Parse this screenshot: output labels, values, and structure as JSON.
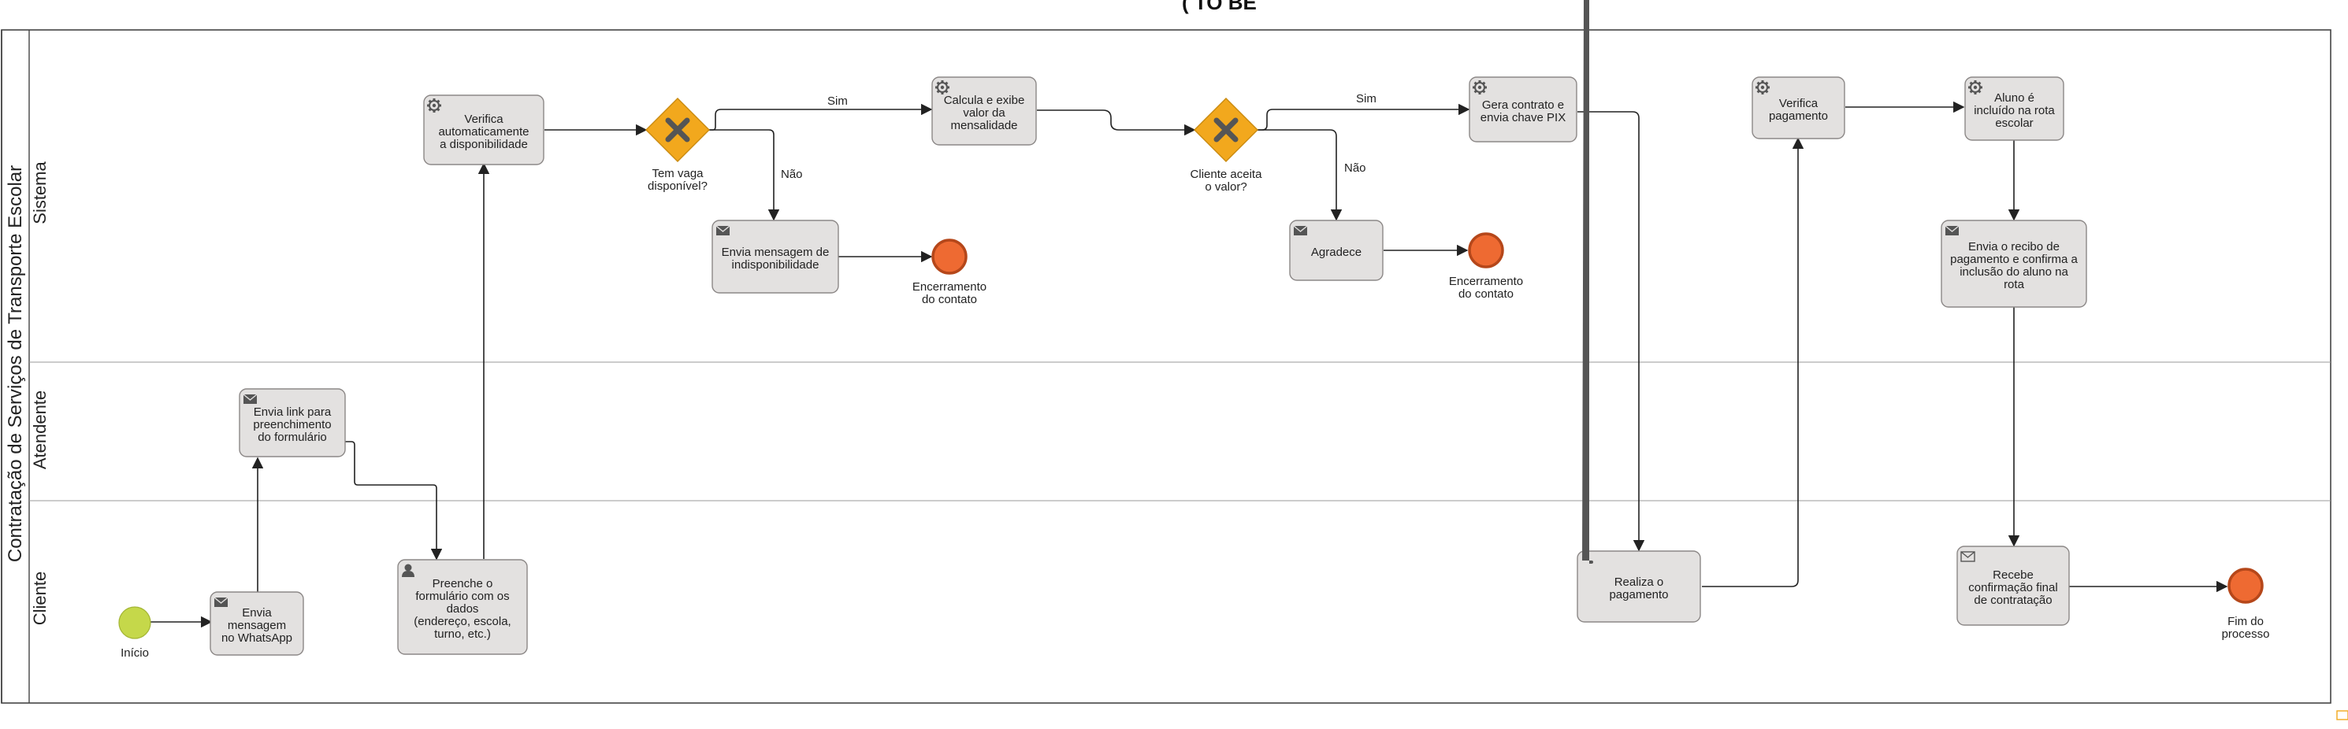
{
  "title": "( TO BE",
  "pool": {
    "name": "Contratação de Serviços de Transporte Escolar"
  },
  "lanes": [
    {
      "id": "sistema",
      "name": "Sistema"
    },
    {
      "id": "atendente",
      "name": "Atendente"
    },
    {
      "id": "cliente",
      "name": "Cliente"
    }
  ],
  "tasks": [
    {
      "id": "envia-mensagem-whatsapp",
      "type": "send",
      "lines": [
        "Envia",
        "mensagem",
        "no WhatsApp"
      ]
    },
    {
      "id": "envia-link-formulario",
      "type": "send",
      "lines": [
        "Envia link para",
        "preenchimento",
        "do formulário"
      ]
    },
    {
      "id": "preenche-formulario",
      "type": "user",
      "lines": [
        "Preenche o",
        "formulário com os",
        "dados",
        "(endereço, escola,",
        "turno, etc.)"
      ]
    },
    {
      "id": "verifica-disponibilidade",
      "type": "service",
      "lines": [
        "Verifica",
        "automaticamente",
        "a disponibilidade"
      ]
    },
    {
      "id": "envia-indisponibilidade",
      "type": "send",
      "lines": [
        "Envia mensagem de",
        "indisponibilidade"
      ]
    },
    {
      "id": "calcula-mensalidade",
      "type": "service",
      "lines": [
        "Calcula e exibe",
        "valor da",
        "mensalidade"
      ]
    },
    {
      "id": "agradece",
      "type": "send",
      "lines": [
        "Agradece"
      ]
    },
    {
      "id": "gera-contrato",
      "type": "service",
      "lines": [
        "Gera contrato e",
        "envia chave PIX"
      ]
    },
    {
      "id": "realiza-pagamento",
      "type": "manual",
      "lines": [
        "Realiza o",
        "pagamento"
      ]
    },
    {
      "id": "verifica-pagamento",
      "type": "service",
      "lines": [
        "Verifica",
        "pagamento"
      ]
    },
    {
      "id": "aluno-incluido",
      "type": "service",
      "lines": [
        "Aluno é",
        "incluído na rota",
        "escolar"
      ]
    },
    {
      "id": "envia-recibo",
      "type": "send",
      "lines": [
        "Envia o recibo de",
        "pagamento e confirma a",
        "inclusão do aluno na",
        "rota"
      ]
    },
    {
      "id": "recebe-confirmacao",
      "type": "receive",
      "lines": [
        "Recebe",
        "confirmação final",
        "de contratação"
      ]
    }
  ],
  "gateways": [
    {
      "id": "tem-vaga",
      "lines": [
        "Tem vaga",
        "disponível?"
      ]
    },
    {
      "id": "cliente-aceita",
      "lines": [
        "Cliente aceita",
        "o valor?"
      ]
    }
  ],
  "events": [
    {
      "id": "inicio",
      "kind": "start",
      "color": "#c5d84a",
      "lines": [
        "Início"
      ]
    },
    {
      "id": "encerramento-1",
      "kind": "end",
      "color": "#ee6a32",
      "lines": [
        "Encerramento",
        "do contato"
      ]
    },
    {
      "id": "encerramento-2",
      "kind": "end",
      "color": "#ee6a32",
      "lines": [
        "Encerramento",
        "do contato"
      ]
    },
    {
      "id": "fim-processo",
      "kind": "end",
      "color": "#ee6a32",
      "lines": [
        "Fim do",
        "processo"
      ]
    }
  ],
  "flow_labels": {
    "sim": "Sim",
    "nao": "Não"
  },
  "colors": {
    "gateway": "#f2a81d",
    "task_fill": "#e3e1e0",
    "task_stroke": "#8c8887"
  }
}
